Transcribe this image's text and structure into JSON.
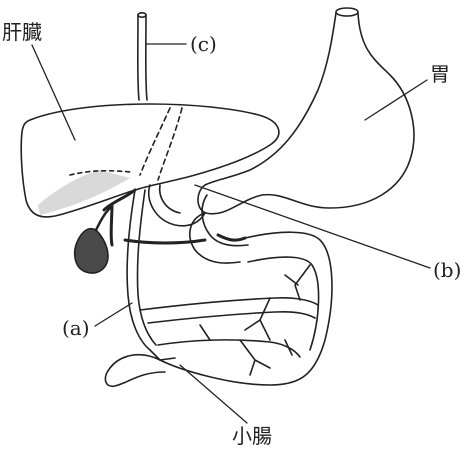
{
  "labels": {
    "liver": "肝臓",
    "stomach": "胃",
    "small_intestine": "小腸",
    "a": "(a)",
    "b": "(b)",
    "c": "(c)"
  },
  "colors": {
    "line": "#222222",
    "gallbladder": "#4a4a4a",
    "liver_shade": "#d9d9d9",
    "background": "#ffffff"
  }
}
